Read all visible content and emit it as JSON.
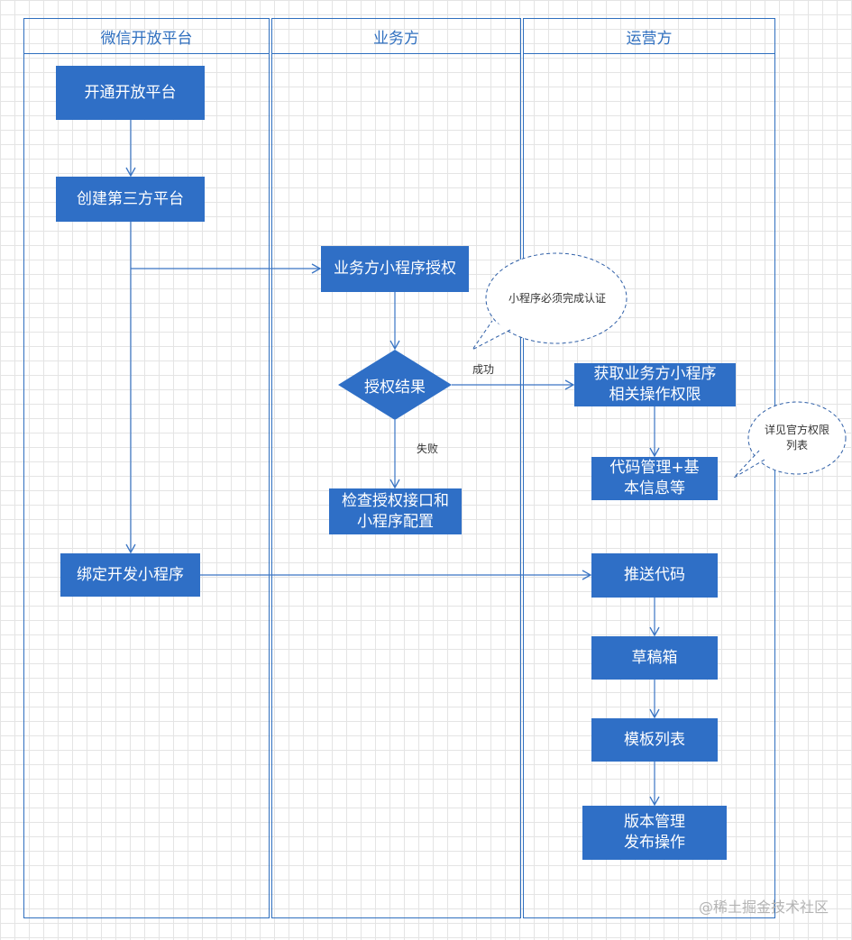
{
  "lanes": [
    "微信开放平台",
    "业务方",
    "运营方"
  ],
  "nodes": {
    "open_platform": "开通开放平台",
    "create_third_party": "创建第三方平台",
    "bind_miniapp": "绑定开发小程序",
    "business_auth": "业务方小程序授权",
    "auth_result": "授权结果",
    "check_auth": "检查授权接口和\n小程序配置",
    "get_permissions": "获取业务方小程序\n相关操作权限",
    "code_mgmt": "代码管理+基\n本信息等",
    "push_code": "推送代码",
    "drafts": "草稿箱",
    "template_list": "模板列表",
    "version_mgmt": "版本管理\n发布操作"
  },
  "edge_labels": {
    "success": "成功",
    "failure": "失败"
  },
  "callouts": {
    "must_verify": "小程序必须完成认证",
    "see_official": "详见官方权限\n列表"
  },
  "watermark": "@稀土掘金技术社区",
  "colors": {
    "box": "#2f6fc6",
    "line": "#3a75c4",
    "lane_border": "#2f6fbf",
    "callout": "#2f5fa7"
  }
}
